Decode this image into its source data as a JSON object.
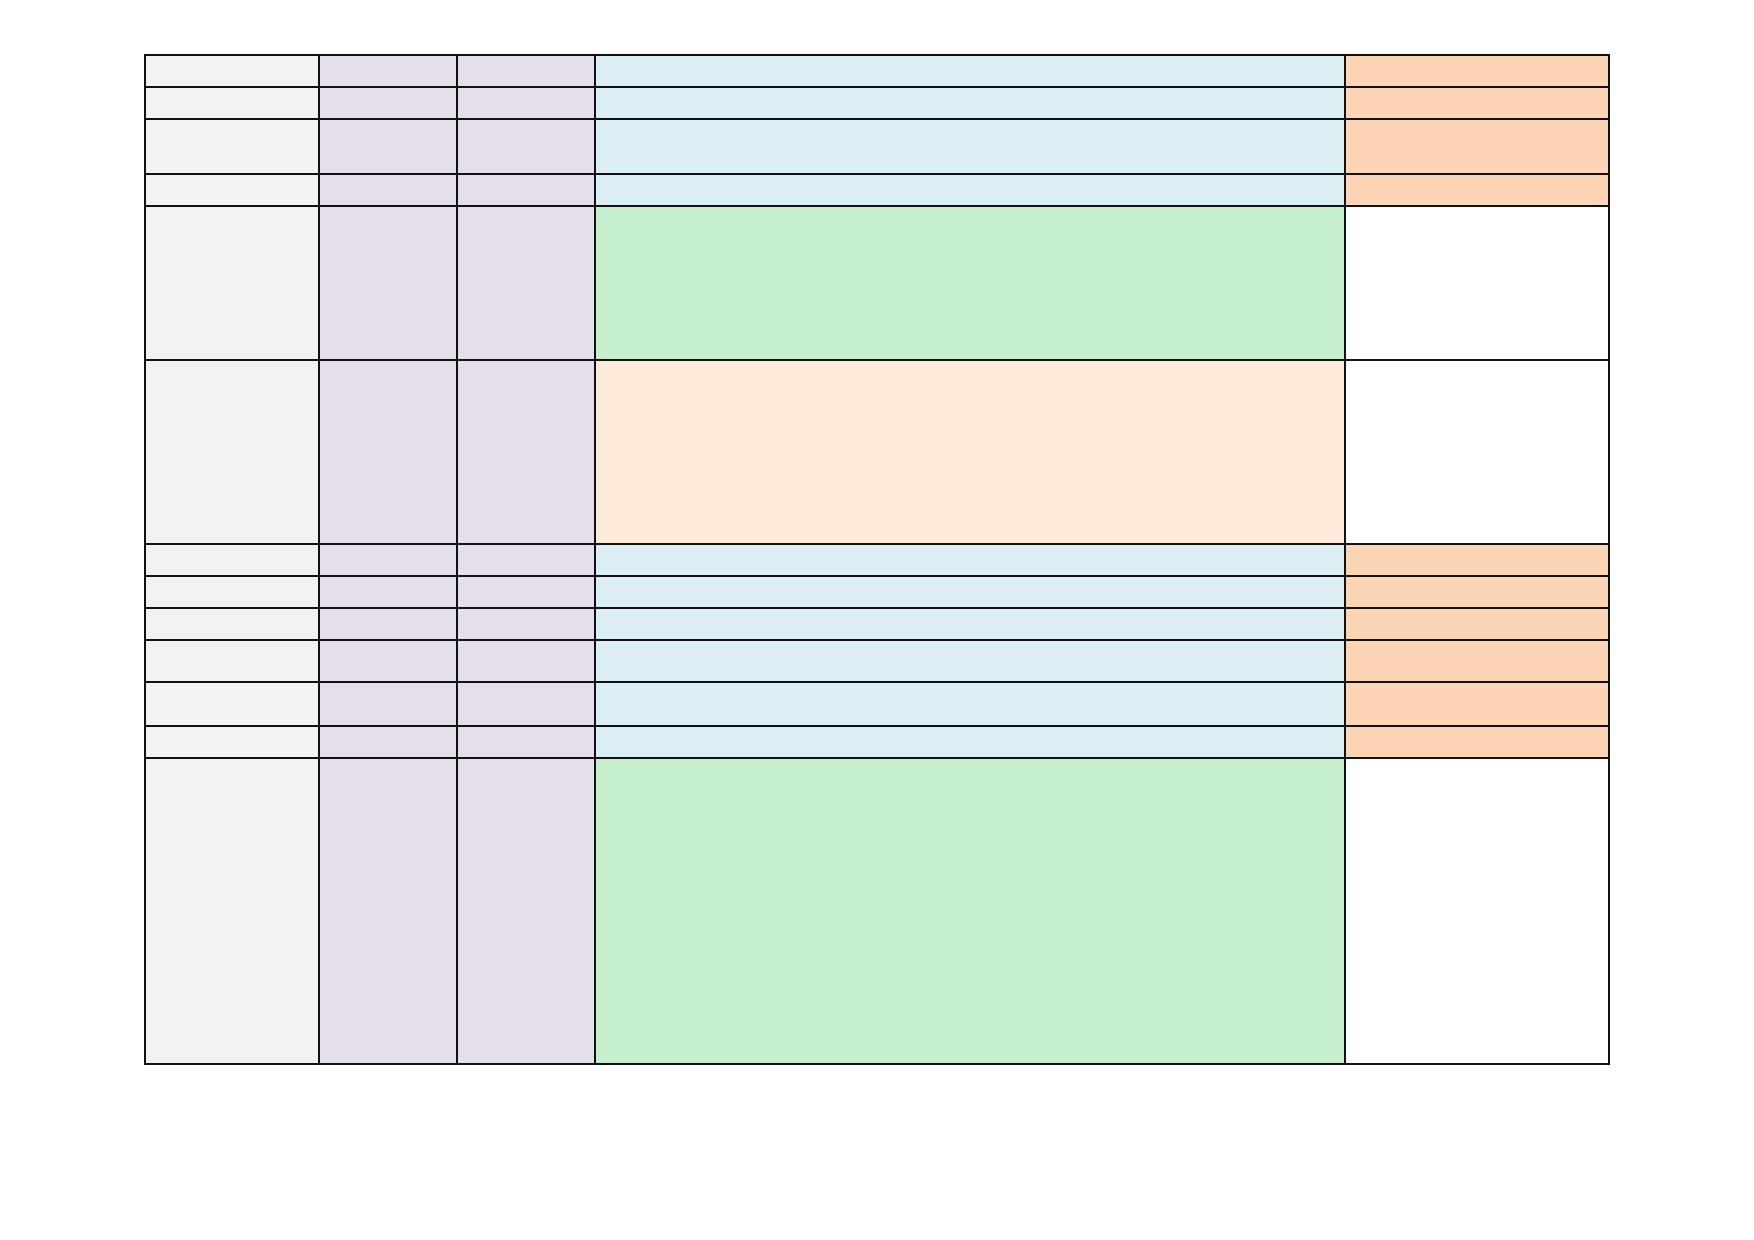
{
  "sheet": {
    "palette": {
      "col_a": "#f2f2f2",
      "col_b": "#e5dfec",
      "col_c": "#e5dfec",
      "blue": "#daeef3",
      "green": "#c6efce",
      "peach": "#fce9da",
      "orange": "#fcd5b4",
      "white": "#ffffff",
      "border": "#111111"
    },
    "columns": [
      "",
      "",
      "",
      "",
      ""
    ],
    "rows": [
      {
        "d_fill": "blue",
        "e_fill": "orange",
        "cells": [
          "",
          "",
          "",
          "",
          ""
        ]
      },
      {
        "d_fill": "blue",
        "e_fill": "orange",
        "cells": [
          "",
          "",
          "",
          "",
          ""
        ]
      },
      {
        "d_fill": "blue",
        "e_fill": "orange",
        "cells": [
          "",
          "",
          "",
          "",
          ""
        ]
      },
      {
        "d_fill": "blue",
        "e_fill": "orange",
        "cells": [
          "",
          "",
          "",
          "",
          ""
        ]
      },
      {
        "d_fill": "green",
        "e_fill": "white",
        "cells": [
          "",
          "",
          "",
          "",
          ""
        ]
      },
      {
        "d_fill": "peach",
        "e_fill": "white",
        "cells": [
          "",
          "",
          "",
          "",
          ""
        ]
      },
      {
        "d_fill": "blue",
        "e_fill": "orange",
        "cells": [
          "",
          "",
          "",
          "",
          ""
        ]
      },
      {
        "d_fill": "blue",
        "e_fill": "orange",
        "cells": [
          "",
          "",
          "",
          "",
          ""
        ]
      },
      {
        "d_fill": "blue",
        "e_fill": "orange",
        "cells": [
          "",
          "",
          "",
          "",
          ""
        ]
      },
      {
        "d_fill": "blue",
        "e_fill": "orange",
        "cells": [
          "",
          "",
          "",
          "",
          ""
        ]
      },
      {
        "d_fill": "blue",
        "e_fill": "orange",
        "cells": [
          "",
          "",
          "",
          "",
          ""
        ]
      },
      {
        "d_fill": "blue",
        "e_fill": "orange",
        "cells": [
          "",
          "",
          "",
          "",
          ""
        ]
      },
      {
        "d_fill": "green",
        "e_fill": "white",
        "cells": [
          "",
          "",
          "",
          "",
          ""
        ]
      }
    ]
  }
}
